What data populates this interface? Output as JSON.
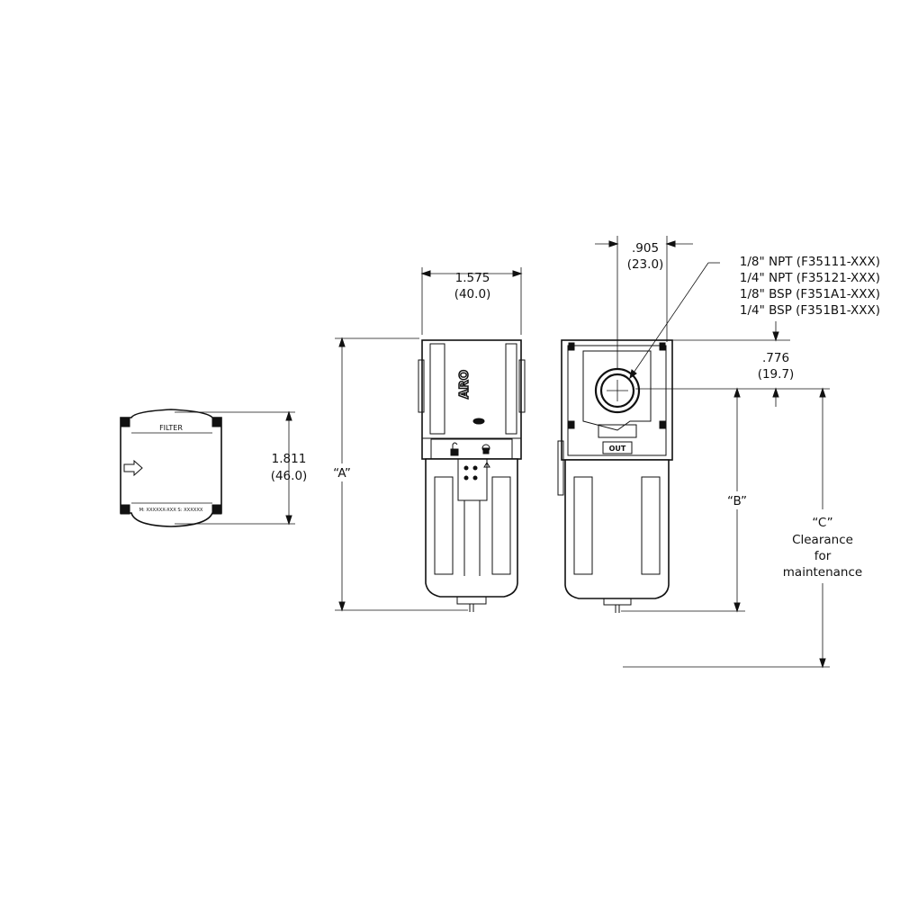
{
  "dimensions": {
    "width_in": "1.575",
    "width_mm": "(40.0)",
    "height_in": "1.811",
    "height_mm": "(46.0)",
    "port_in": ".905",
    "port_mm": "(23.0)",
    "center_in": ".776",
    "center_mm": "(19.7)",
    "a_label": "“A”",
    "b_label": "“B”",
    "c_label": "“C”",
    "c_note_1": "Clearance",
    "c_note_2": "for",
    "c_note_3": "maintenance"
  },
  "ports": [
    "1/8\" NPT (F35111-XXX)",
    "1/4\" NPT (F35121-XXX)",
    "1/8\" BSP (F351A1-XXX)",
    "1/4\" BSP (F351B1-XXX)"
  ],
  "top_view": {
    "title": "FILTER",
    "serial": "M: XXXXXX-XXX   S: XXXXXX"
  },
  "front_view": {
    "brand": "ARO"
  },
  "side_view": {
    "out_label": "OUT"
  }
}
